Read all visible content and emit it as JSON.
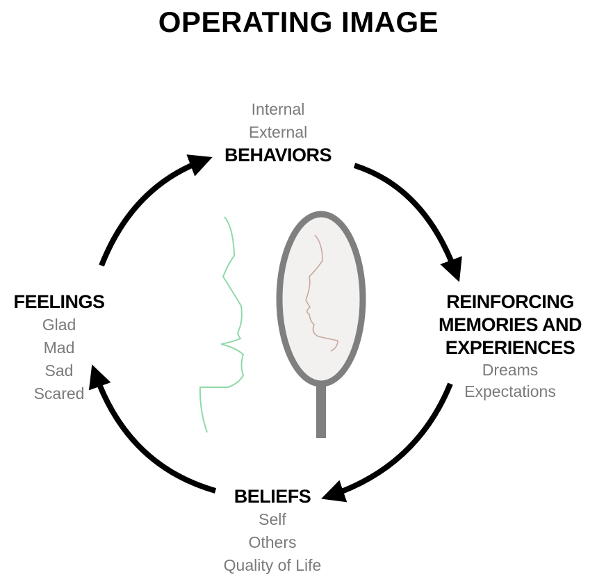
{
  "title": "OPERATING IMAGE",
  "nodes": {
    "behaviors": {
      "heading": "BEHAVIORS",
      "pre_items": [
        "Internal",
        "External"
      ]
    },
    "reinforcing": {
      "heading_lines": [
        "REINFORCING",
        "MEMORIES AND",
        "EXPERIENCES"
      ],
      "items": [
        "Dreams",
        "Expectations"
      ]
    },
    "beliefs": {
      "heading": "BELIEFS",
      "items": [
        "Self",
        "Others",
        "Quality of Life"
      ]
    },
    "feelings": {
      "heading": "FEELINGS",
      "items": [
        "Glad",
        "Mad",
        "Sad",
        "Scared"
      ]
    }
  },
  "colors": {
    "arrow": "#000000",
    "profile": "#8fd9a8",
    "mirror": "#7f7f7f",
    "subtext": "#7a7a7a"
  }
}
